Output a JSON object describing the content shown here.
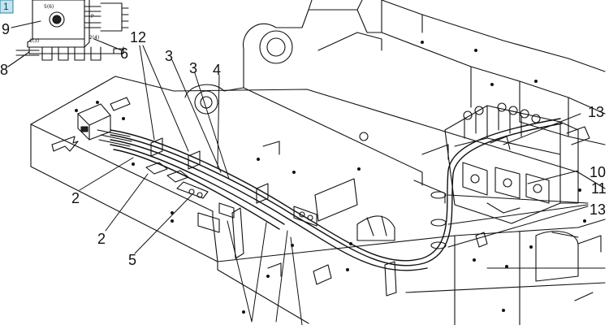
{
  "diagram": {
    "badge": "1",
    "colors": {
      "line": "#111111",
      "badge_fill": "#bfe6ef",
      "background": "#ffffff"
    },
    "inset": {
      "port_top": "5(6)",
      "port_bottom_left": "1(3)",
      "port_bottom_right": "2(4)",
      "port_side": "P"
    },
    "callouts": [
      {
        "id": "c9",
        "text": "9"
      },
      {
        "id": "c8",
        "text": "8"
      },
      {
        "id": "c6",
        "text": "6"
      },
      {
        "id": "c12",
        "text": "12"
      },
      {
        "id": "c3a",
        "text": "3"
      },
      {
        "id": "c3b",
        "text": "3"
      },
      {
        "id": "c4",
        "text": "4"
      },
      {
        "id": "c13a",
        "text": "13"
      },
      {
        "id": "c10",
        "text": "10"
      },
      {
        "id": "c11",
        "text": "11"
      },
      {
        "id": "c13b",
        "text": "13"
      },
      {
        "id": "c2a",
        "text": "2"
      },
      {
        "id": "c2b",
        "text": "2"
      },
      {
        "id": "c5",
        "text": "5"
      }
    ]
  }
}
